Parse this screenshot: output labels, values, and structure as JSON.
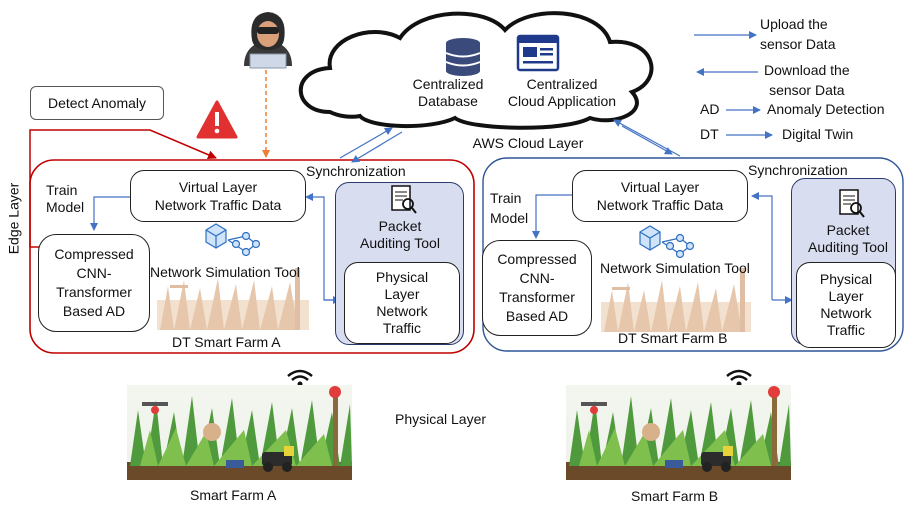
{
  "legend": {
    "upload": "Upload the\nsensor Data",
    "download": "Download the\nsensor Data",
    "ad_abbr": "AD",
    "ad_full": "Anomaly Detection",
    "dt_abbr": "DT",
    "dt_full": "Digital Twin"
  },
  "cloud": {
    "database": "Centralized\nDatabase",
    "application": "Centralized\nCloud Application",
    "layer_label": "AWS Cloud Layer"
  },
  "detect_anomaly": "Detect Anomaly",
  "edge_layer": "Edge Layer",
  "physical_layer": "Physical  Layer",
  "farm_a": {
    "sync": "Synchronization",
    "train_model": "Train\nModel",
    "virtual": "Virtual Layer\nNetwork Traffic Data",
    "packet": "Packet\nAuditing Tool",
    "physical": "Physical\nLayer\nNetwork\nTraffic",
    "cnn": "Compressed\nCNN-\nTransformer\nBased AD",
    "sim_tool": "Network Simulation Tool",
    "title": "DT Smart Farm A"
  },
  "farm_b": {
    "sync": "Synchronization",
    "train_model": "Train\nModel",
    "virtual": "Virtual Layer\nNetwork Traffic Data",
    "packet": "Packet\nAuditing Tool",
    "physical": "Physical\nLayer\nNetwork\nTraffic",
    "cnn": "Compressed\nCNN-\nTransformer\nBased AD",
    "sim_tool": "Network Simulation Tool",
    "title": "DT Smart Farm B"
  },
  "smart_farm_a": "Smart Farm A",
  "smart_farm_b": "Smart Farm B",
  "colors": {
    "red": "#c00000",
    "blue": "#2f5597",
    "arrow_blue": "#4472c4",
    "orange": "#ed7d31",
    "purple_panel": "#d9ddf0",
    "grass": "#4f9a3c",
    "soil": "#6b4a2a"
  }
}
